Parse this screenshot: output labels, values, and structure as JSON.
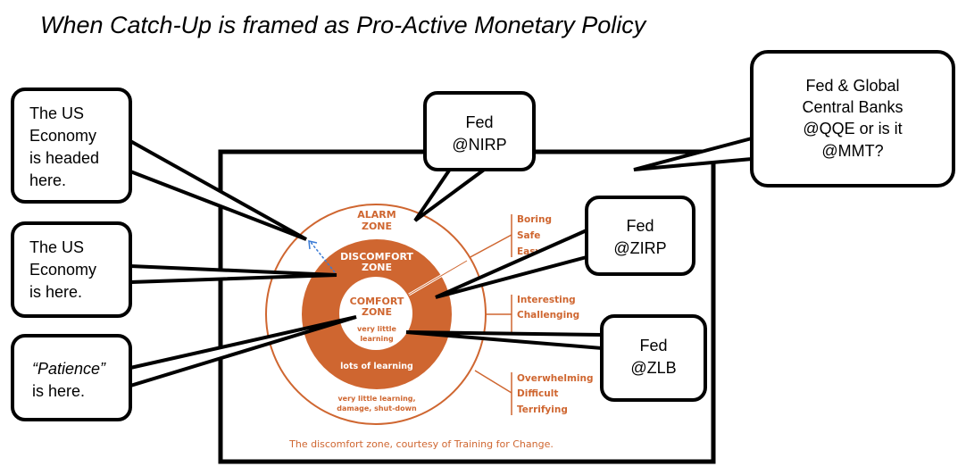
{
  "title": "When Catch-Up is framed as Pro-Active Monetary Policy",
  "diagram": {
    "alarm": [
      "ALARM",
      "ZONE"
    ],
    "discomfort": [
      "DISCOMFORT",
      "ZONE"
    ],
    "comfort": [
      "COMFORT",
      "ZONE"
    ],
    "comfort_sub": [
      "very little",
      "learning"
    ],
    "discomfort_sub": "lots of learning",
    "alarm_sub": [
      "very little learning,",
      "damage, shut-down"
    ],
    "comfort_labels": [
      "Boring",
      "Safe",
      "Easy"
    ],
    "discomfort_labels": [
      "Interesting",
      "Challenging"
    ],
    "alarm_labels": [
      "Overwhelming",
      "Difficult",
      "Terrifying"
    ],
    "caption": "The discomfort zone, courtesy of Training for Change.",
    "colors": {
      "orange": "#cf6630",
      "arrow": "#3a7bd5"
    }
  },
  "callouts": {
    "headed": [
      "The US",
      "Economy",
      "is headed",
      "here."
    ],
    "here": [
      "The US",
      "Economy",
      "is here."
    ],
    "patience": [
      "“Patience”",
      "is here."
    ],
    "nirp": [
      "Fed",
      "@NIRP"
    ],
    "qqe": [
      "Fed & Global",
      "Central Banks",
      "@QQE or is it",
      "@MMT?"
    ],
    "zirp": [
      "Fed",
      "@ZIRP"
    ],
    "zlb": [
      "Fed",
      "@ZLB"
    ]
  }
}
